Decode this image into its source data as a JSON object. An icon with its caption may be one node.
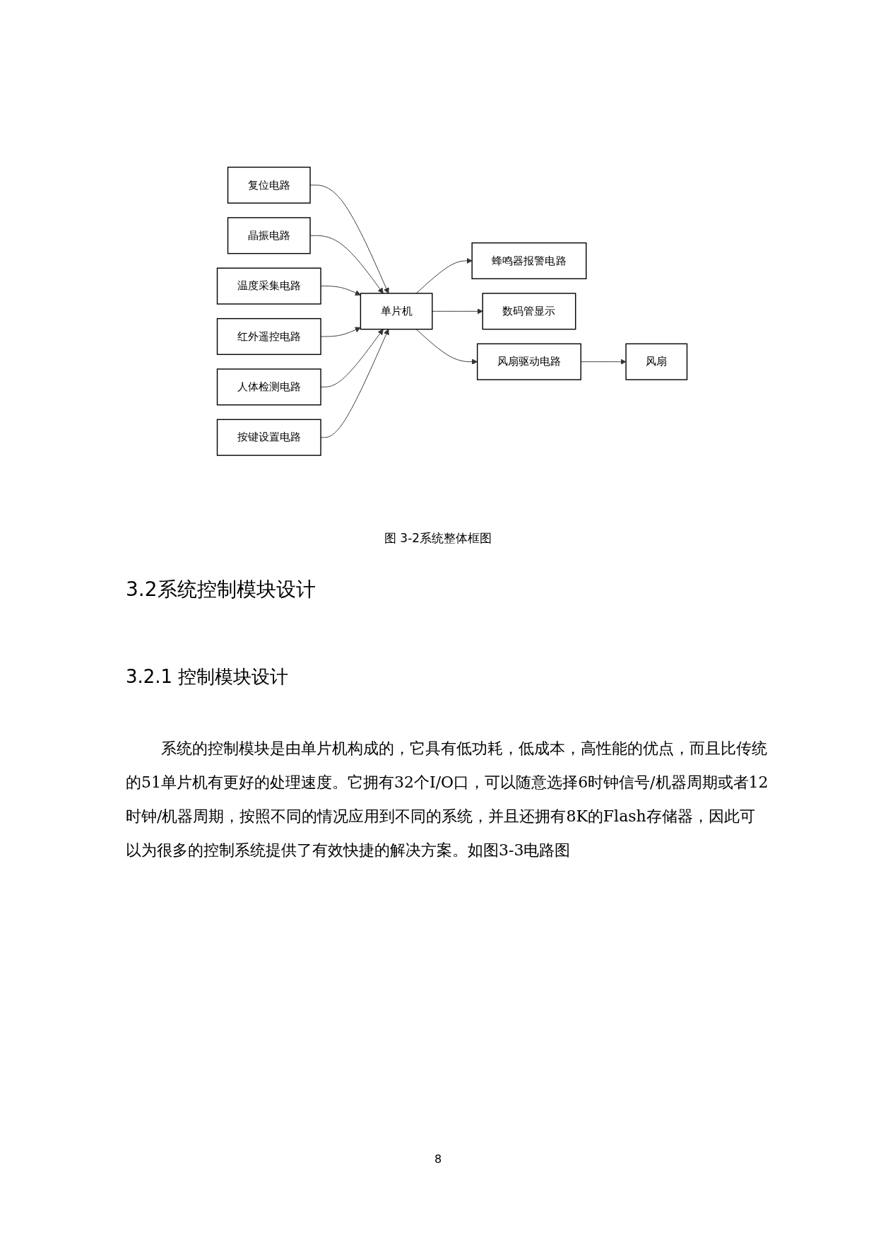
{
  "diagram": {
    "caption": "图 3-2系统整体框图",
    "nodes": [
      {
        "text": [
          "复位电路"
        ]
      },
      {
        "text": [
          "晶振电路"
        ]
      },
      {
        "text": [
          "蜂鸣器报警电路"
        ]
      },
      {
        "text": [
          "温度采集电路"
        ]
      },
      {
        "text": [
          "红外遥控电路"
        ]
      },
      {
        "text": [
          "单片机"
        ]
      },
      {
        "text": [
          "数码管显示"
        ]
      },
      {
        "text": [
          "人体检测电路"
        ]
      },
      {
        "text": [
          "风扇驱动电路"
        ]
      },
      {
        "text": [
          "风扇"
        ]
      },
      {
        "text": [
          "按键设置电路"
        ]
      }
    ],
    "edges": [
      {
        "from": 0,
        "to": 5,
        "arrow": "to"
      },
      {
        "from": 1,
        "to": 5,
        "arrow": "to"
      },
      {
        "from": 5,
        "to": 2,
        "arrow": "to"
      },
      {
        "from": 3,
        "to": 5,
        "arrow": "to"
      },
      {
        "from": 4,
        "to": 5,
        "arrow": "to"
      },
      {
        "from": 5,
        "to": 6,
        "arrow": "to"
      },
      {
        "from": 7,
        "to": 5,
        "arrow": "to"
      },
      {
        "from": 5,
        "to": 8,
        "arrow": "to"
      },
      {
        "from": 8,
        "to": 9,
        "arrow": "to"
      },
      {
        "from": 10,
        "to": 5,
        "arrow": "to"
      }
    ],
    "labels": [
      "3.2系统控制模块设计",
      "3.2.1 控制模块设计",
      "系统的控制模块是由单片机构成的，它具有低功耗，低成本，高性能的优点，而且比传统的51单片机有更好的处理速度。它拥有32个I/O口，可以随意选择6时钟信号/机器周期或者12时钟/机器周期，按照不同的情况应用到不同的系统，并且还拥有8K的Flash存储器，因此可以为很多的控制系统提供了有效快捷的解决方案。如图3-3电路图",
      "8"
    ]
  }
}
